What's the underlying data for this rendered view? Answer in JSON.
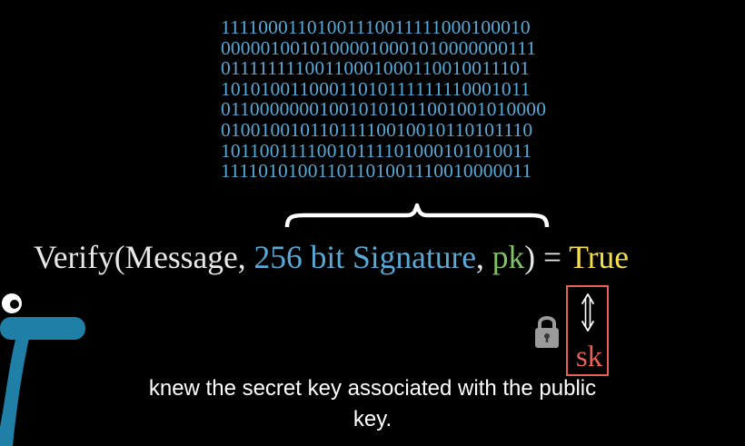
{
  "binary_rows": [
    "1111000110100111001111100010001​0",
    "0000010010100001000101000000011​1",
    "0111111110011000100011001001110​1",
    "1010100110001101011111111000101​1",
    "0110000000100101010110010010100​00",
    "0100100101101111001001011010111​0",
    "1011001111001011110100010101001​1",
    "1111010100110110100111001000001​1"
  ],
  "equation": {
    "func": "Verify(Message,",
    "signature": "256 bit Signature",
    "comma": ",",
    "pk": "pk",
    "close": ")",
    "equals": "=",
    "result": "True"
  },
  "secret_key": {
    "label": "sk"
  },
  "subtitle": {
    "line1": "knew the secret key associated with the public",
    "line2": "key."
  },
  "colors": {
    "blue": "#58a9d6",
    "green": "#83c167",
    "yellow": "#f5e04c",
    "red": "#e86152",
    "character": "#1f7fa6"
  },
  "icons": {
    "lock": "lock-icon",
    "arrow": "double-arrow-icon",
    "character": "pi-creature"
  }
}
